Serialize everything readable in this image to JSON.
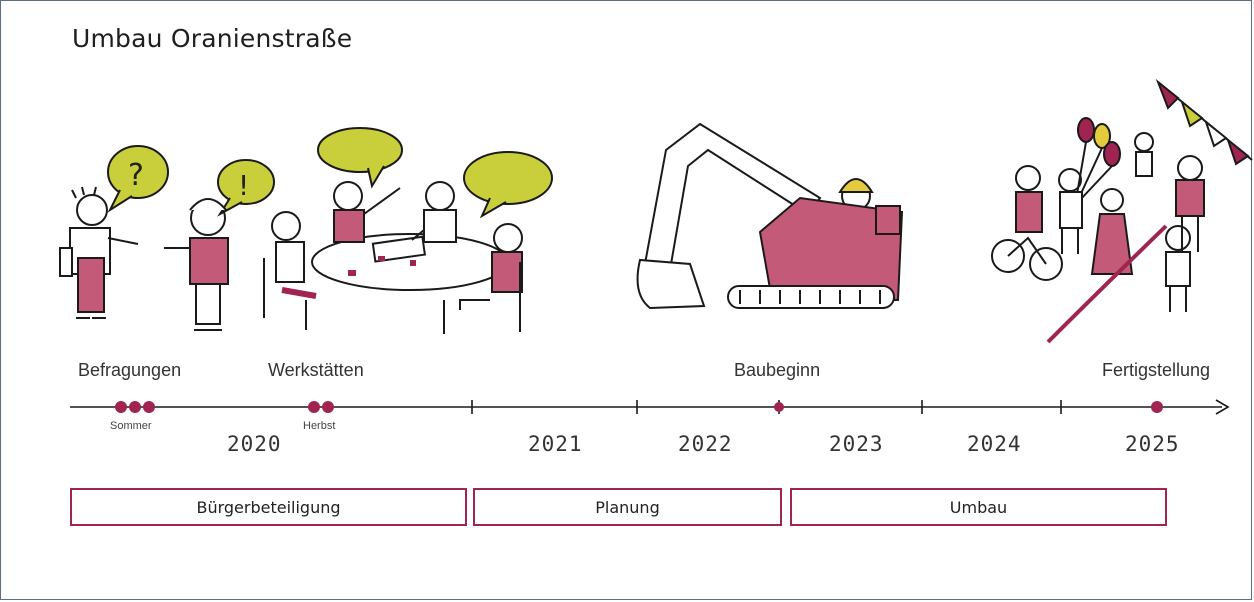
{
  "title": "Umbau Oranienstraße",
  "milestones": [
    {
      "label": "Befragungen"
    },
    {
      "label": "Werkstätten"
    },
    {
      "label": "Baubeginn"
    },
    {
      "label": "Fertigstellung"
    }
  ],
  "markers": [
    {
      "label": "Sommer"
    },
    {
      "label": "Herbst"
    }
  ],
  "years": [
    "2020",
    "2021",
    "2022",
    "2023",
    "2024",
    "2025"
  ],
  "phases": [
    {
      "label": "Bürgerbeteiligung"
    },
    {
      "label": "Planung"
    },
    {
      "label": "Umbau"
    }
  ],
  "bubbles": [
    "?",
    "!"
  ],
  "colors": {
    "accent": "#a02452",
    "rose": "#c25a78",
    "lime": "#c9cf3a",
    "yellow": "#e4cc3c",
    "line": "#1a1a1a"
  }
}
